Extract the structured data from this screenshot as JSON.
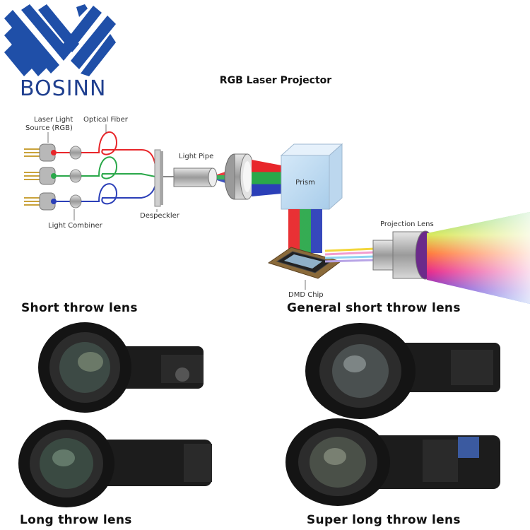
{
  "brand": {
    "name": "BOSINN",
    "logo_icon": "bosinn-stripes-logo",
    "logo_color": "#1f4fa8"
  },
  "diagram": {
    "title": "RGB Laser Projector",
    "labels": {
      "laser_source": [
        "Laser Light",
        "Source (RGB)"
      ],
      "optical_fiber": "Optical Fiber",
      "light_pipe": "Light Pipe",
      "prism": "Prism",
      "despeckler": "Despeckler",
      "light_combiner": "Light Combiner",
      "projection_lens": "Projection Lens",
      "dmd_chip": "DMD Chip"
    },
    "beam_colors": {
      "red": "#e8262a",
      "green": "#2aa84a",
      "blue": "#2b3fb8"
    }
  },
  "lenses": {
    "short_throw": "Short throw lens",
    "general_short_throw": "General short throw lens",
    "long_throw": "Long throw lens",
    "super_long_throw": "Super long throw lens"
  }
}
